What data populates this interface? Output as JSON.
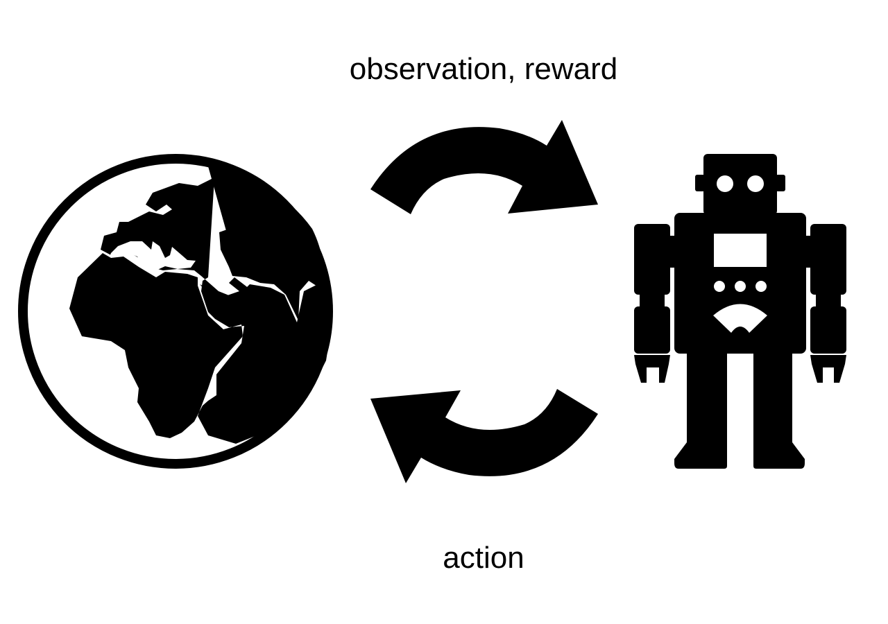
{
  "diagram": {
    "top_label": "observation, reward",
    "bottom_label": "action",
    "nodes": [
      {
        "id": "environment",
        "icon": "globe-icon"
      },
      {
        "id": "agent",
        "icon": "robot-icon"
      }
    ],
    "edges": [
      {
        "from": "environment",
        "to": "agent",
        "label": "observation, reward"
      },
      {
        "from": "agent",
        "to": "environment",
        "label": "action"
      }
    ],
    "colors": {
      "ink": "#000000",
      "background": "#ffffff"
    }
  }
}
